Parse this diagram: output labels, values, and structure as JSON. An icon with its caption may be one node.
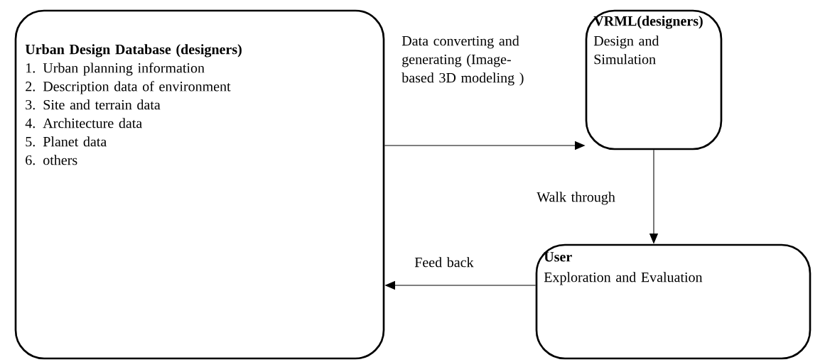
{
  "diagram": {
    "nodes": [
      {
        "text": [
          "Urban Design Database (designers)",
          "1. Urban planning information",
          "2. Description data of environment",
          "3. Site and terrain data",
          "4. Architecture data",
          "5. Planet data",
          "6. others"
        ]
      },
      {
        "text": [
          "VRML(designers)",
          "Design and Simulation"
        ]
      },
      {
        "text": [
          "User",
          "Exploration and Evaluation"
        ]
      }
    ],
    "edges": [
      {
        "from": 0,
        "to": 1,
        "arrow": "to",
        "label": "Data converting and generating (Image-based 3D modeling )"
      },
      {
        "from": 1,
        "to": 2,
        "arrow": "to",
        "label": "Walk through"
      },
      {
        "from": 2,
        "to": 0,
        "arrow": "to",
        "label": "Feed back"
      }
    ]
  }
}
